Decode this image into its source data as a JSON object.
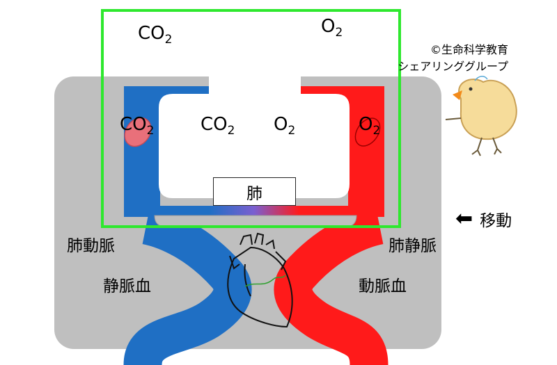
{
  "air": {
    "co2": {
      "main": "CO",
      "sub": "2"
    },
    "o2": {
      "main": "O",
      "sub": "2"
    }
  },
  "alveoli": {
    "co2": {
      "main": "CO",
      "sub": "2"
    },
    "o2": {
      "main": "O",
      "sub": "2"
    }
  },
  "vein_cell": {
    "main": "CO",
    "sub": "2"
  },
  "artery_cell": {
    "main": "O",
    "sub": "2"
  },
  "lung_label": "肺",
  "labels": {
    "pulmonary_artery": "肺動脈",
    "pulmonary_vein": "肺静脈",
    "venous_blood": "静脈血",
    "arterial_blood": "動脈血"
  },
  "move": {
    "arrow": "⬅",
    "label": "移動"
  },
  "credit": {
    "line1": "©生命科学教育",
    "line2": "シェアリンググループ"
  },
  "colors": {
    "background_panel": "#bfbfbf",
    "deoxygenated_blood": "#1f6fc4",
    "oxygenated_blood": "#ff1a1a",
    "highlight_frame": "#2ee82e",
    "red_cell": "#e9707a"
  }
}
